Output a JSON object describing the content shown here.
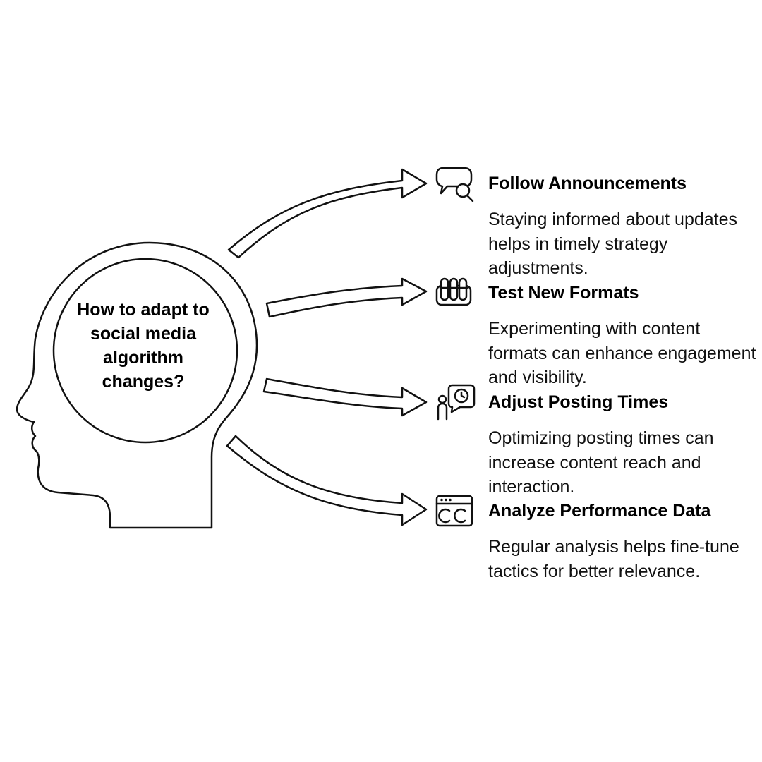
{
  "center": {
    "question": "How to adapt to social media algorithm changes?"
  },
  "items": [
    {
      "icon": "chat-search-icon",
      "title": "Follow Announcements",
      "description": "Staying informed about updates helps in timely strategy adjustments."
    },
    {
      "icon": "test-tubes-icon",
      "title": "Test New Formats",
      "description": "Experimenting with content formats can enhance engagement and visibility."
    },
    {
      "icon": "person-clock-icon",
      "title": "Adjust Posting Times",
      "description": "Optimizing posting times can increase content reach and interaction."
    },
    {
      "icon": "analytics-window-icon",
      "title": "Analyze Performance Data",
      "description": "Regular analysis helps fine-tune tactics for better relevance."
    }
  ],
  "colors": {
    "stroke": "#111111",
    "background": "#ffffff"
  }
}
